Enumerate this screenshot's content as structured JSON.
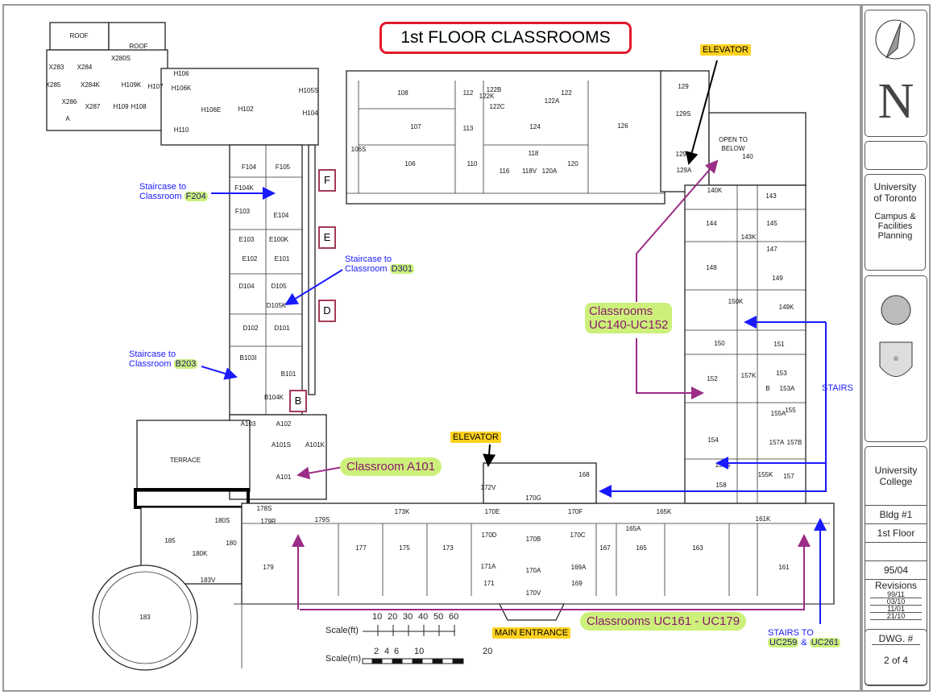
{
  "title": "1st FLOOR CLASSROOMS",
  "rooms": [
    "ROOF",
    "ROOF",
    "X283",
    "X284",
    "X280S",
    "X285",
    "X284K",
    "H109K",
    "H107",
    "X286",
    "X287",
    "H109",
    "H108",
    "A",
    "H106",
    "H106K",
    "H102",
    "H106E",
    "H105S",
    "H104",
    "H110",
    "F104",
    "F105",
    "F104K",
    "F103",
    "E104",
    "E103",
    "E100K",
    "E102",
    "E101",
    "D104",
    "D105",
    "D105K",
    "D102",
    "D101",
    "B103I",
    "B101",
    "B104K",
    "A103",
    "A102",
    "A101S",
    "A101K",
    "A101",
    "TERRACE",
    "178S",
    "179R",
    "179S",
    "180S",
    "185",
    "180",
    "180K",
    "179",
    "183V",
    "183",
    "173K",
    "177",
    "175",
    "173",
    "170G",
    "172V",
    "170E",
    "170F",
    "170B",
    "170D",
    "170C",
    "171A",
    "171",
    "170A",
    "170V",
    "169A",
    "169",
    "167",
    "165",
    "165K",
    "165A",
    "163",
    "168",
    "161K",
    "161",
    "158",
    "157",
    "155K",
    "156S",
    "154",
    "157A",
    "157B",
    "155",
    "155A",
    "153",
    "153A",
    "B",
    "157K",
    "152",
    "151",
    "150",
    "150K",
    "149K",
    "149",
    "148",
    "147",
    "145",
    "144",
    "143",
    "143K",
    "140K",
    "140",
    "129A",
    "129K",
    "129S",
    "129",
    "126",
    "122",
    "122A",
    "122K",
    "122C",
    "122B",
    "112",
    "108",
    "107",
    "113",
    "124",
    "106",
    "110",
    "116",
    "118",
    "118V",
    "120",
    "120A",
    "106S",
    "OPEN TO",
    "BELOW"
  ],
  "annotations": {
    "elevator_north": "ELEVATOR",
    "elevator_south": "ELEVATOR",
    "main_entrance": "MAIN ENTRANCE",
    "staircase_f": {
      "line1": "Staircase to",
      "line2": "Classroom",
      "room": "F204"
    },
    "staircase_d": {
      "line1": "Staircase to",
      "line2": "Classroom",
      "room": "D301"
    },
    "staircase_b": {
      "line1": "Staircase to",
      "line2": "Classroom",
      "room": "B203"
    },
    "classroom_a101": "Classroom A101",
    "classrooms_uc140": {
      "line1": "Classrooms",
      "line2": "UC140-UC152"
    },
    "classrooms_uc161": "Classrooms UC161 - UC179",
    "stairs": "STAIRS",
    "stairs_to": {
      "line1": "STAIRS TO",
      "room1": "UC259",
      "amp": "&",
      "room2": "UC261"
    },
    "wing_letters": [
      "F",
      "E",
      "D",
      "B"
    ]
  },
  "scale": {
    "ft_label": "Scale(ft)",
    "ft_ticks": [
      "10",
      "20",
      "30",
      "40",
      "50",
      "60"
    ],
    "m_label": "Scale(m)",
    "m_ticks": [
      "2",
      "4",
      "6",
      "10",
      "20"
    ]
  },
  "title_block": {
    "north_letter": "N",
    "institution": "University of Toronto",
    "department": "Campus & Facilities Planning",
    "building_name": "University College",
    "building_number": "Bldg #1",
    "floor": "1st Floor",
    "date": "95/04",
    "revisions_label": "Revisions",
    "revisions": [
      "99/11",
      "03/10",
      "11/01",
      "21/10"
    ],
    "dwg_label": "DWG. #",
    "dwg_number": "2 of 4"
  },
  "colors": {
    "title_border": "#e3192b",
    "highlight": "#ccf07a",
    "yellow": "#ffd21f",
    "stairs_blue": "#1a1aff",
    "classroom_purple": "#9b2d86"
  }
}
